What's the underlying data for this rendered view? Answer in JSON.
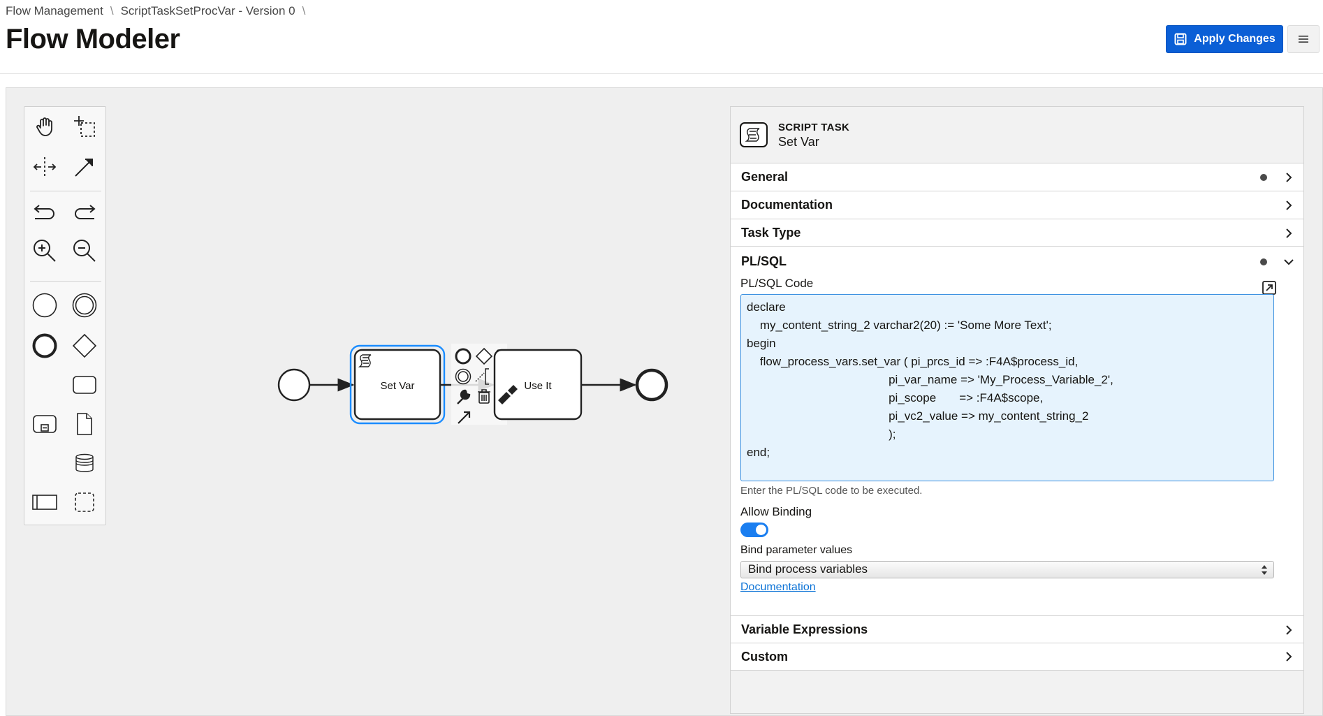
{
  "breadcrumb": {
    "items": [
      "Flow Management",
      "ScriptTaskSetProcVar - Version 0"
    ],
    "separator": "\\"
  },
  "header": {
    "title": "Flow Modeler",
    "apply_label": "Apply Changes"
  },
  "palette": {
    "tools": [
      "hand-tool",
      "lasso-tool",
      "space-tool",
      "global-connect-tool",
      "undo",
      "redo",
      "zoom-in",
      "zoom-out",
      "start-event",
      "intermediate-event",
      "end-event",
      "gateway",
      "task",
      "subprocess",
      "data-object",
      "data-store",
      "participant",
      "group"
    ]
  },
  "diagram": {
    "task1_label": "Set Var",
    "task2_label": "Use It"
  },
  "properties": {
    "element_type": "SCRIPT TASK",
    "element_name": "Set Var",
    "groups": {
      "general": "General",
      "documentation": "Documentation",
      "task_type": "Task Type",
      "plsql": "PL/SQL",
      "variable_expressions": "Variable Expressions",
      "custom": "Custom"
    },
    "plsql_code_label": "PL/SQL Code",
    "plsql_code": "declare\n    my_content_string_2 varchar2(20) := 'Some More Text';\nbegin\n    flow_process_vars.set_var ( pi_prcs_id => :F4A$process_id,\n                                           pi_var_name => 'My_Process_Variable_2',\n                                           pi_scope       => :F4A$scope,\n                                           pi_vc2_value => my_content_string_2\n                                           );\nend;",
    "plsql_help": "Enter the PL/SQL code to be executed.",
    "allow_binding_label": "Allow Binding",
    "allow_binding": true,
    "bind_params_label": "Bind parameter values",
    "bind_params_value": "Bind process variables",
    "documentation_link": "Documentation"
  },
  "colors": {
    "accent": "#0b5fd6",
    "selection": "#1a8cff",
    "code_bg": "#e6f3fd"
  }
}
